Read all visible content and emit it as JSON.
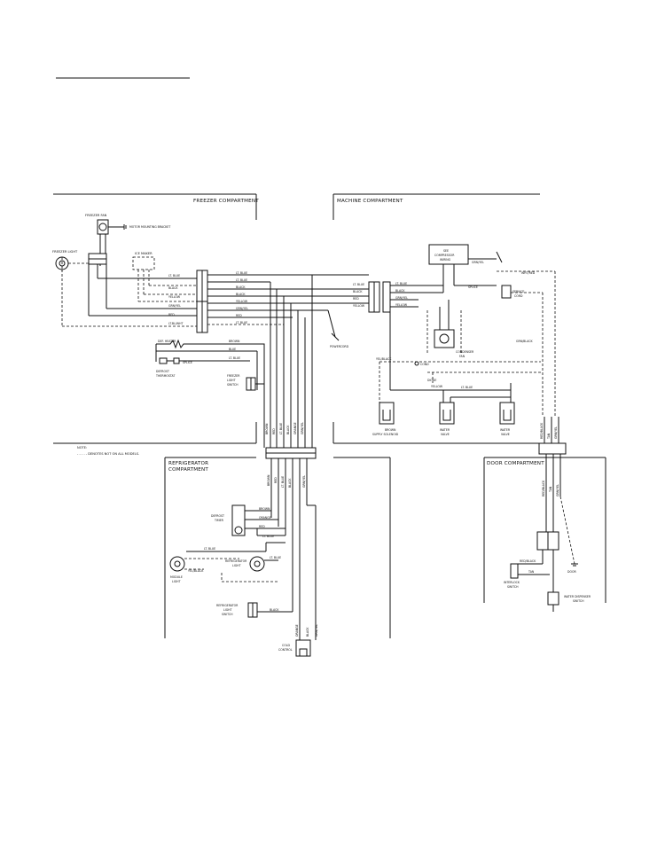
{
  "sections": {
    "freezer": "FREEZER COMPARTMENT",
    "machine": "MACHINE COMPARTMENT",
    "refrigerator_1": "REFRIGERATOR",
    "refrigerator_2": "COMPARTMENT",
    "door": "DOOR COMPARTMENT"
  },
  "note": {
    "title": "NOTE:",
    "text": "- - - - - DENOTES NOT ON ALL MODELS."
  },
  "components": {
    "freezer_fan": "FREEZER FAN",
    "motor_bracket": "MOTOR MOUNTING BRACKET",
    "freezer_light": "FREEZER LIGHT",
    "ice_maker": "ICE MAKER",
    "def_heater": "DEF. HEATER",
    "splice_1": "SPLICE",
    "defrost_thermostat_1": "DEFROST",
    "defrost_thermostat_2": "THERMOSTAT",
    "freezer_light_switch_1": "FREEZER",
    "freezer_light_switch_2": "LIGHT",
    "freezer_light_switch_3": "SWITCH",
    "power_cord": "POWERCORD",
    "comp_wiring_1": "SEE",
    "comp_wiring_2": "COMPRESSOR",
    "comp_wiring_3": "WIRING",
    "splice_2": "SPLICE",
    "service_cord_1": "SERVICE",
    "service_cord_2": "CORD",
    "condenser_fan_1": "CONDENSER",
    "condenser_fan_2": "FAN",
    "cond": "COND",
    "diode": "DIODE",
    "supply_solenoid_1": "BROWN",
    "supply_solenoid_2": "SUPPLY SOLENOID",
    "water_valve_1_1": "WATER",
    "water_valve_1_2": "VALVE",
    "water_valve_2_1": "WATER",
    "water_valve_2_2": "VALVE",
    "defrost_timer_1": "DEFROST",
    "defrost_timer_2": "TIMER",
    "module_light_1": "MODULE",
    "module_light_2": "LIGHT",
    "refrigerator_light_1": "REFRIGERATOR",
    "refrigerator_light_2": "LIGHT",
    "refrigerator_switch_1": "REFRIGERATOR",
    "refrigerator_switch_2": "LIGHT",
    "refrigerator_switch_3": "SWITCH",
    "cold_control_1": "COLD",
    "cold_control_2": "CONTROL",
    "interlock_switch_1": "INTERLOCK",
    "interlock_switch_2": "SWITCH",
    "water_dispenser_switch_1": "WATER DISPENSER",
    "water_dispenser_switch_2": "SWITCH",
    "door": "DOOR"
  },
  "wires": {
    "lt_blue": "LT. BLUE",
    "black": "BLACK",
    "yellow": "YELLOW",
    "grn_yel": "GRN/YEL",
    "red": "RED",
    "brown": "BROWN",
    "orange": "ORANGE",
    "blue": "BLUE",
    "tan": "TAN",
    "white": "WHITE",
    "red_black": "RED/BLACK",
    "yel_black": "YEL/BLACK",
    "grn_black": "GRN/BLACK",
    "wht_red": "WHT/RED",
    "ltb_wht": "LT.BL/WHT"
  }
}
